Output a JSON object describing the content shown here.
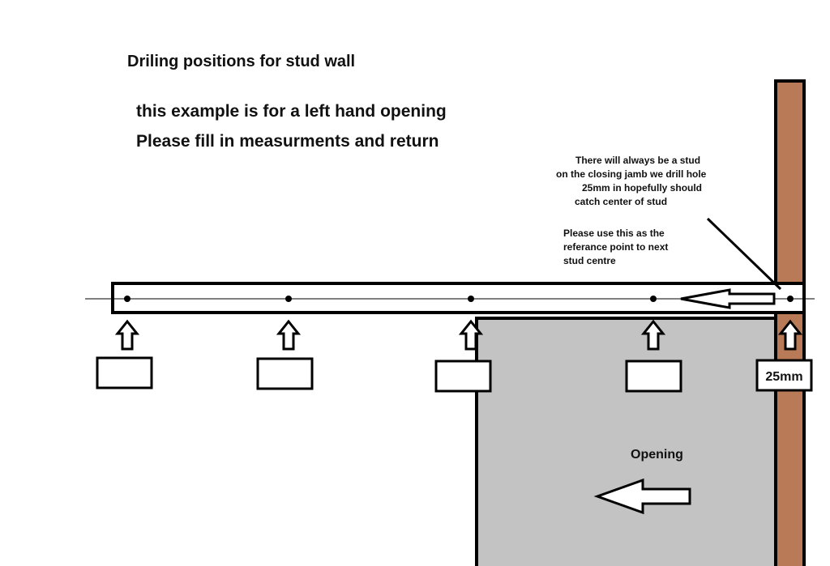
{
  "title": "Driling positions for stud wall",
  "subtitle_lines": [
    "this example is for a left hand opening",
    "Please fill in measurments and return"
  ],
  "note_stud": [
    "There will always be a stud",
    "on the closing jamb we drill hole",
    "25mm in  hopefully should",
    "catch center of stud"
  ],
  "note_reference": [
    "Please use this as the",
    "referance point to next",
    "stud centre"
  ],
  "measurement_boxes": [
    "",
    "",
    "",
    "",
    "25mm"
  ],
  "opening_label": "Opening",
  "colors": {
    "stud": "#b97a57",
    "opening": "#c3c3c3",
    "line": "#000000"
  }
}
